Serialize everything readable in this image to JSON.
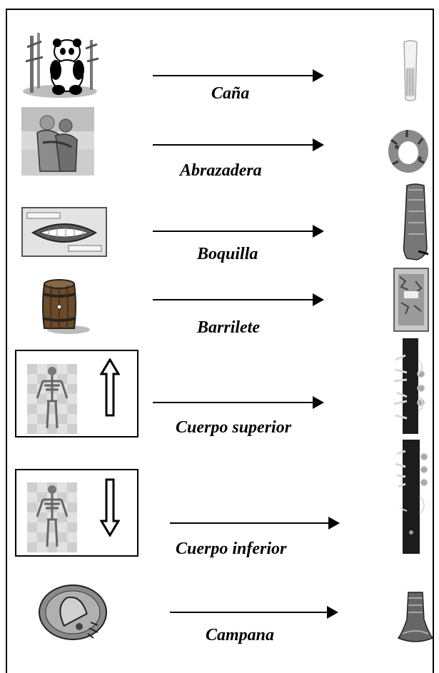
{
  "items": [
    {
      "label": "Caña",
      "left_icon": "panda-bamboo-icon",
      "part_icon": "reed-icon"
    },
    {
      "label": "Abrazadera",
      "left_icon": "hugging-couple-icon",
      "part_icon": "ligature-icon"
    },
    {
      "label": "Boquilla",
      "left_icon": "mouth-icon",
      "part_icon": "mouthpiece-icon"
    },
    {
      "label": "Barrilete",
      "left_icon": "barrel-icon",
      "part_icon": "barrel-joint-icon"
    },
    {
      "label": "Cuerpo superior",
      "left_icon": "skeleton-up-icon",
      "part_icon": "upper-joint-icon"
    },
    {
      "label": "Cuerpo inferior",
      "left_icon": "skeleton-down-icon",
      "part_icon": "lower-joint-icon"
    },
    {
      "label": "Campana",
      "left_icon": "bell-icon",
      "part_icon": "clarinet-bell-icon"
    }
  ]
}
